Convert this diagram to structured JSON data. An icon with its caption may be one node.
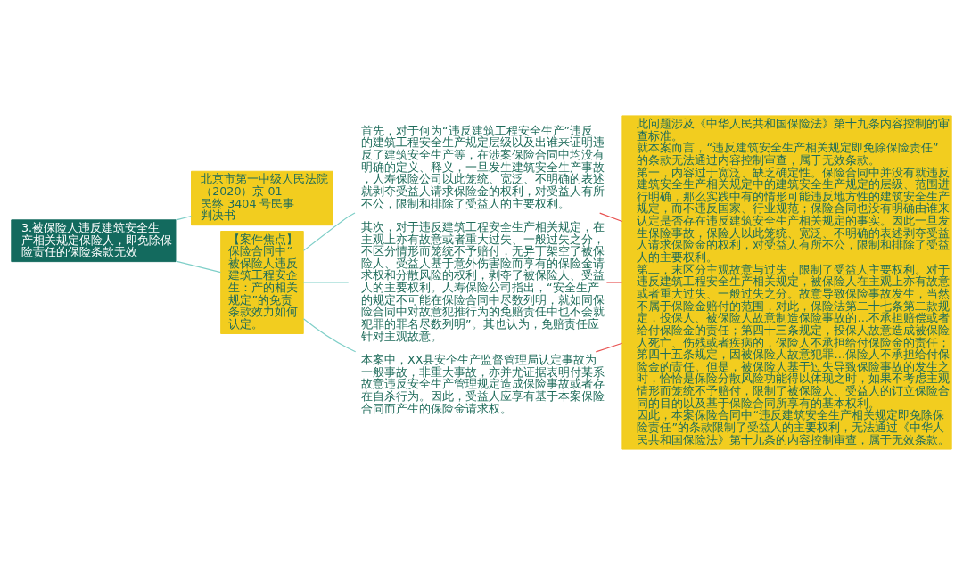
{
  "diagram": {
    "nodes": [
      {
        "text": [
          "3.被保险人违反建筑安全生产相关规定保险人，即免除保险责任的保险条款无效"
        ]
      },
      {
        "text": [
          "北京市第一中级人民法院（2020）京 01 民终 3404 号民事判决书"
        ]
      },
      {
        "text": [
          "【案件焦点】",
          "保险合同中“被保险人违反建筑工程安企生：产的相关规定”的免责条款效力如何认定。"
        ]
      },
      {
        "text": [
          "首先，对于何为“违反建筑工程安全生产”违反的建筑工程安全生产规定层级以及出谁来证明违反了建筑安全生产等，在涉案保险合同中均没有明确的定义、释义，一旦发生建筑安全生产事故，人寿保险公司以此笼统、宽泛、不明确的表述就剥夺受益人请求保险金的权利，对受益人有所不公，限制和排除了受益人的主要权利。"
        ]
      },
      {
        "text": [
          "其次，对于违反建筑工程安全生产相关规定，在主观上亦有故意或者重大过失、一般过失之分，不区分情形而笼统不予赔付，无异丁架空了被保险人、受益人基于意外伤害险而享有的保险金请求权和分散风险的权利，剥夺了被保险人、受益人的主要权利。人寿保险公司指出，“安全生产的规定不可能在保险合同中尽数列明，就如同保险合同中对故意犯推行为的免赔责任中也不会就犯罪的罪名尽数列明”。其也认为，免赔责任应针对主观故意。"
        ]
      },
      {
        "text": [
          "本案中，XX县安企生产监督管理局认定事故为一般事故，非重大事故，亦并尤证据表明付某系故意违反安全生产管理规定造成保险事故或者存在自杀行为。因此，受益人应享有基于本案保险合同而产生的保险金请求权。"
        ]
      },
      {
        "text": [
          "此问题涉及《中华人民共和国保险法》第十九条内容控制的审查标准。",
          "就本案而言，“违反建筑安全生产相关规定即免除保险责任”的条款无法通过内容控制审查，属于无效条款。",
          "第一，内容过于宽泛、缺乏确定性。保险合同中并没有就违反建筑安全生产相关规定中的建筑安全生产规定的层级、范围进行明确，那么实践中有的情形可能违反地方性的建筑安全生产规定，而不违反国家、行业规范；保险合同也没有明确由谁来认定是否存在违反建筑安全生产相关规定的事实。因此一旦发生保险事故，保险人以此笼统、宽泛、不明确的表述剥夺受益人请求保险金的权利，对受益人有所不公，限制和排除了受益人的主要权利。",
          "第二，末区分主观故意与过失，限制了受益人主要权利。对于违反建筑工程安全生产相关规定，被保险人在主观上亦有故意或者重大过失、一般过失之分。故意导致保险事故发生，当然不属于保险金赔付的范围，对此，保险法第二十七条第二款规定，投保人、被保险人故意制造保险事故的…不承担赔偿或者给付保险金的责任；第四十三条规定，投保人故意造成被保险人死亡、伤残或者疾病的，保险人不承担给付保险金的责任；第四十五条规定，因被保险人故意犯罪…保险人不承担给付保险金的责任。但是，被保险人基于过失导致保险事故的发生之时，恰恰是保险分散风险功能得以体现之时，如果不考虑主观情形而笼统不予赔付，限制了被保险人、受益人的订立保险合同的目的以及基于保险合同所享有的基本权利。",
          "因此，本案保险合同中“违反建筑安全生产相关规定即免除保险责任”的条款限制了受益人的主要权利，无法通过《中华人民共和国保险法》第十九条的内容控制审查，属于无效条款。"
        ]
      }
    ],
    "edges": [
      {
        "from": 0,
        "to": 1,
        "arrow": "none"
      },
      {
        "from": 0,
        "to": 2,
        "arrow": "none"
      },
      {
        "from": 2,
        "to": 3,
        "arrow": "none"
      },
      {
        "from": 2,
        "to": 4,
        "arrow": "none"
      },
      {
        "from": 2,
        "to": 5,
        "arrow": "none"
      },
      {
        "from": 3,
        "to": 6,
        "arrow": "none",
        "color": "#e8504f"
      },
      {
        "from": 4,
        "to": 6,
        "arrow": "none",
        "color": "#e8504f"
      },
      {
        "from": 5,
        "to": 6,
        "arrow": "none",
        "color": "#e8504f"
      }
    ]
  }
}
